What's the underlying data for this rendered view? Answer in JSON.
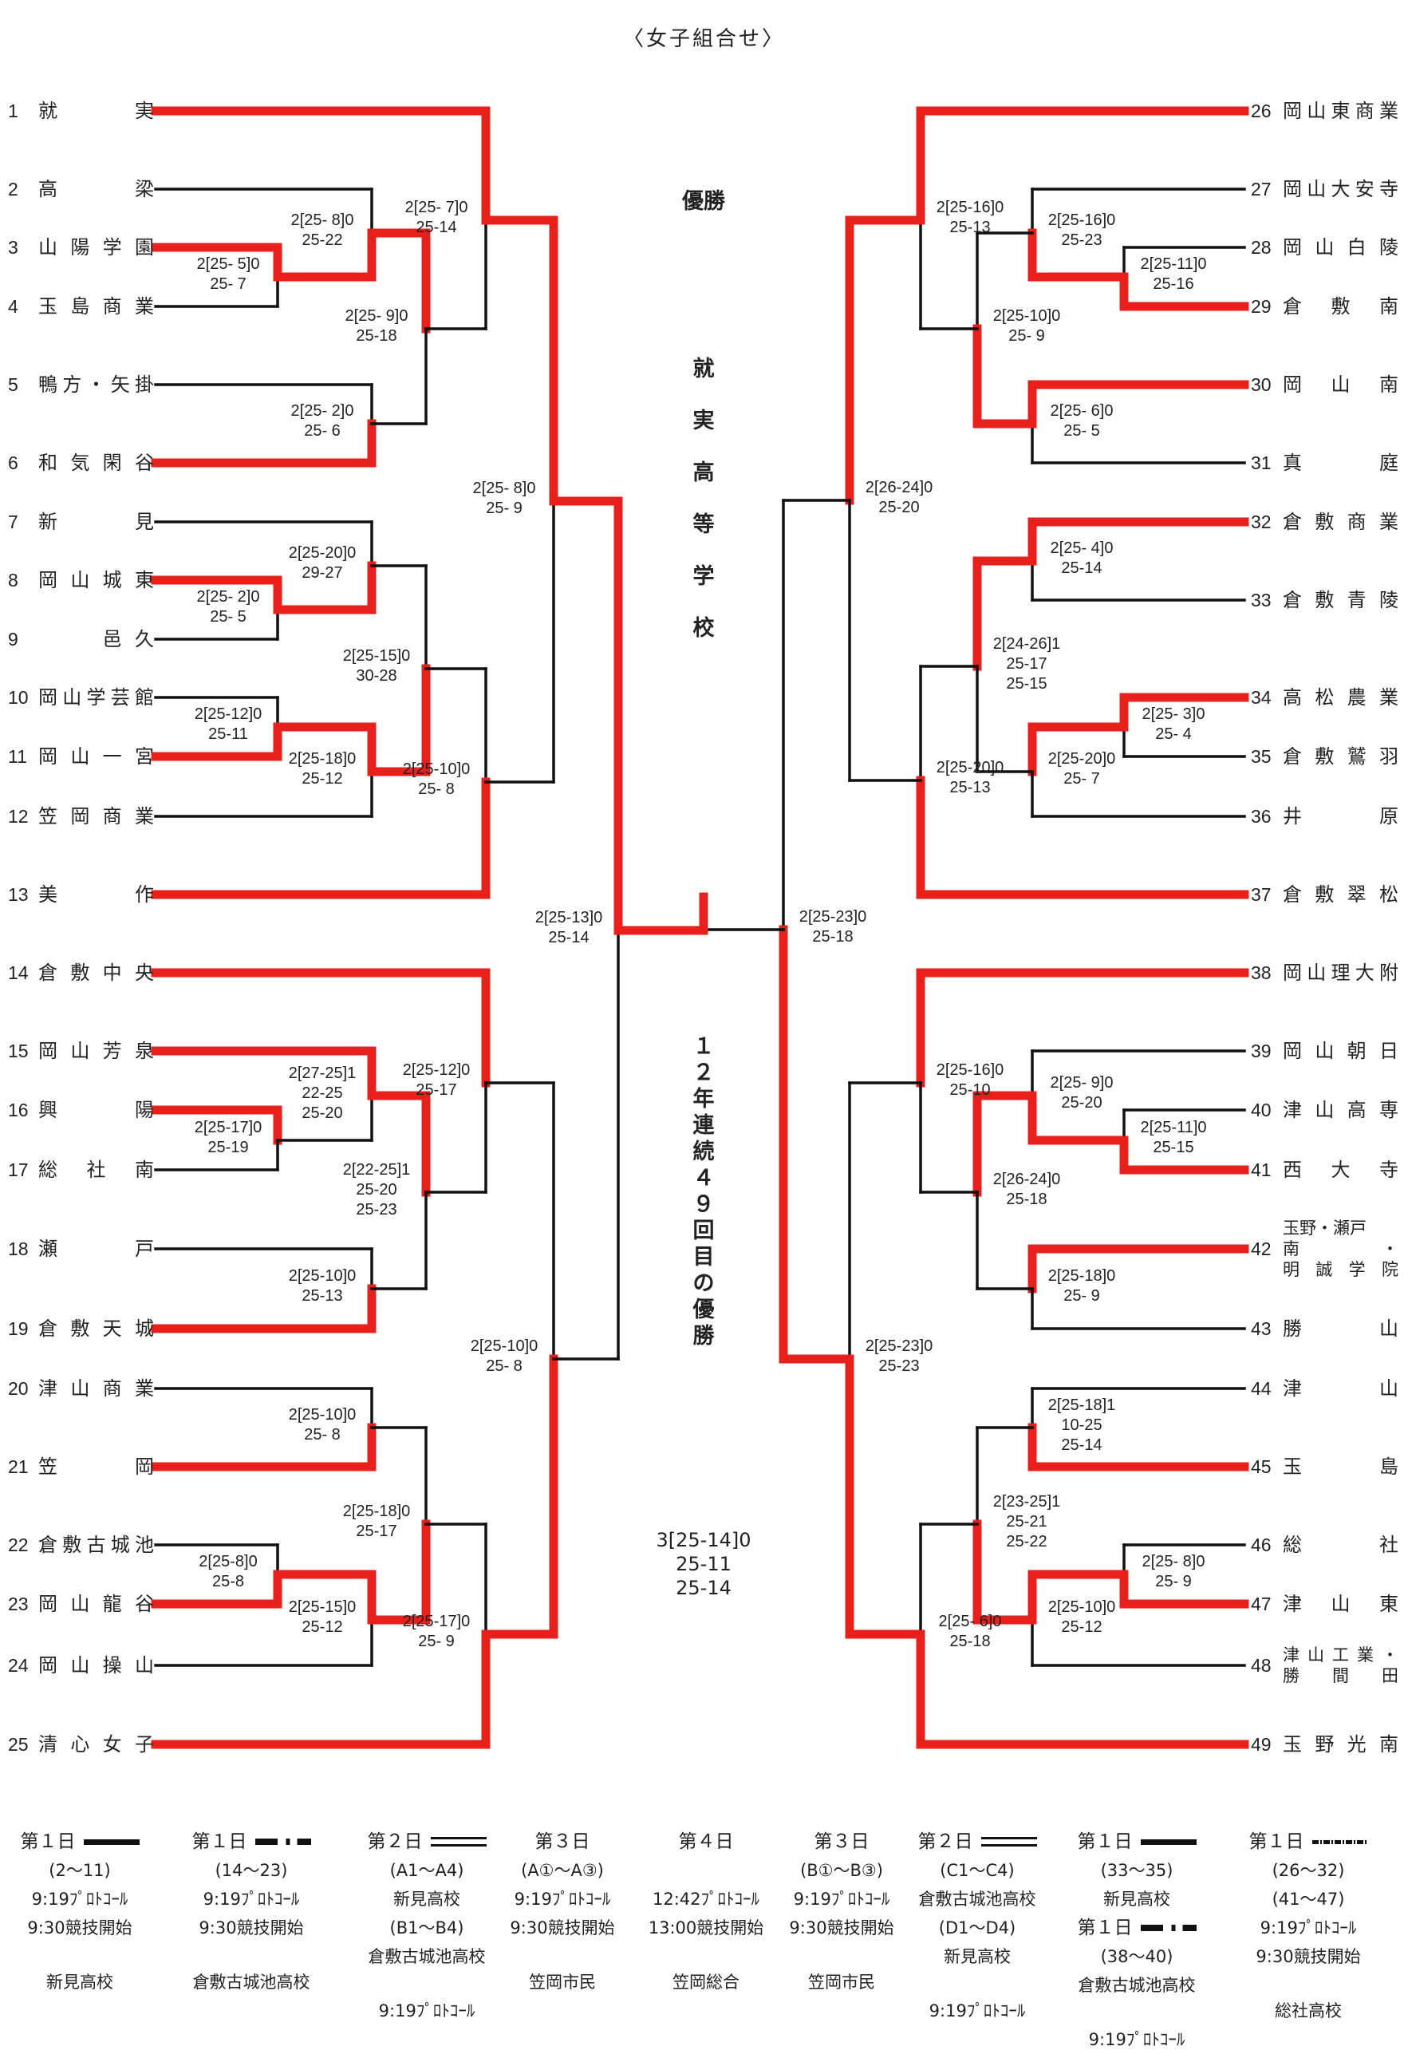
{
  "title": "〈女子組合せ〉",
  "champion": {
    "label": "優勝",
    "name_vertical": [
      "就",
      "実",
      "高",
      "等",
      "学",
      "校"
    ],
    "streak_vertical": [
      "１",
      "２",
      "年",
      "連",
      "続",
      "４",
      "９",
      "回",
      "目",
      "の",
      "優",
      "勝"
    ]
  },
  "colors": {
    "winner_line": "#e8201c",
    "loser_line": "#111111"
  },
  "teams": [
    {
      "no": "1",
      "name": "就　　実"
    },
    {
      "no": "2",
      "name": "高　　梁"
    },
    {
      "no": "3",
      "name": "山陽学園"
    },
    {
      "no": "4",
      "name": "玉島商業"
    },
    {
      "no": "5",
      "name": "鴨方・矢掛"
    },
    {
      "no": "6",
      "name": "和気閑谷"
    },
    {
      "no": "7",
      "name": "新　　見"
    },
    {
      "no": "8",
      "name": "岡山城東"
    },
    {
      "no": "9",
      "name": "　　邑久"
    },
    {
      "no": "10",
      "name": "岡山学芸館"
    },
    {
      "no": "11",
      "name": "岡山一宮"
    },
    {
      "no": "12",
      "name": "笠岡商業"
    },
    {
      "no": "13",
      "name": "美　　作"
    },
    {
      "no": "14",
      "name": "倉敷中央"
    },
    {
      "no": "15",
      "name": "岡山芳泉"
    },
    {
      "no": "16",
      "name": "興　　陽"
    },
    {
      "no": "17",
      "name": "総　社　南"
    },
    {
      "no": "18",
      "name": "瀬　　戸"
    },
    {
      "no": "19",
      "name": "倉敷天城"
    },
    {
      "no": "20",
      "name": "津山商業"
    },
    {
      "no": "21",
      "name": "笠　　岡"
    },
    {
      "no": "22",
      "name": "倉敷古城池"
    },
    {
      "no": "23",
      "name": "岡山龍谷"
    },
    {
      "no": "24",
      "name": "岡山操山"
    },
    {
      "no": "25",
      "name": "清心女子"
    },
    {
      "no": "26",
      "name": "岡山東商業"
    },
    {
      "no": "27",
      "name": "岡山大安寺"
    },
    {
      "no": "28",
      "name": "岡山白陵"
    },
    {
      "no": "29",
      "name": "倉　敷　南"
    },
    {
      "no": "30",
      "name": "岡　山　南"
    },
    {
      "no": "31",
      "name": "真　　庭"
    },
    {
      "no": "32",
      "name": "倉敷商業"
    },
    {
      "no": "33",
      "name": "倉敷青陵"
    },
    {
      "no": "34",
      "name": "高松農業"
    },
    {
      "no": "35",
      "name": "倉敷鷲羽"
    },
    {
      "no": "36",
      "name": "井　　原"
    },
    {
      "no": "37",
      "name": "倉敷翠松"
    },
    {
      "no": "38",
      "name": "岡山理大附"
    },
    {
      "no": "39",
      "name": "岡山朝日"
    },
    {
      "no": "40",
      "name": "津山高専"
    },
    {
      "no": "41",
      "name": "西　大　寺"
    },
    {
      "no": "42",
      "name": "玉野・瀬戸南・",
      "name2": "明誠学院"
    },
    {
      "no": "43",
      "name": "勝　　山"
    },
    {
      "no": "44",
      "name": "津　　山"
    },
    {
      "no": "45",
      "name": "玉　　島"
    },
    {
      "no": "46",
      "name": "総　　社"
    },
    {
      "no": "47",
      "name": "津　山　東"
    },
    {
      "no": "48",
      "name": "津山工業・",
      "name2": "勝　間　田"
    },
    {
      "no": "49",
      "name": "玉野光南"
    }
  ],
  "matches": [
    {
      "id": "L1a",
      "side": "L",
      "round": 1,
      "a": 3,
      "b": 4,
      "winner": "a",
      "score": [
        "2[25- 5]0",
        "25- 7"
      ]
    },
    {
      "id": "L1b",
      "side": "L",
      "round": 1,
      "a": 8,
      "b": 9,
      "winner": "a",
      "score": [
        "2[25- 2]0",
        "25- 5"
      ]
    },
    {
      "id": "L1c",
      "side": "L",
      "round": 1,
      "a": 10,
      "b": 11,
      "winner": "b",
      "score": [
        "2[25-12]0",
        "25-11"
      ]
    },
    {
      "id": "L1d",
      "side": "L",
      "round": 1,
      "a": 16,
      "b": 17,
      "winner": "a",
      "score": [
        "2[25-17]0",
        "25-19"
      ]
    },
    {
      "id": "L1e",
      "side": "L",
      "round": 1,
      "a": 22,
      "b": 23,
      "winner": "b",
      "score": [
        "2[25-8]0",
        "25-8"
      ]
    },
    {
      "id": "L2a",
      "side": "L",
      "round": 2,
      "a": 2,
      "b": "L1a",
      "winner": "b",
      "score": [
        "2[25- 8]0",
        "25-22"
      ]
    },
    {
      "id": "L2b",
      "side": "L",
      "round": 2,
      "a": 5,
      "b": 6,
      "winner": "b",
      "score": [
        "2[25- 2]0",
        "25- 6"
      ]
    },
    {
      "id": "L2c",
      "side": "L",
      "round": 2,
      "a": 7,
      "b": "L1b",
      "winner": "b",
      "score": [
        "2[25-20]0",
        "29-27"
      ]
    },
    {
      "id": "L2d",
      "side": "L",
      "round": 2,
      "a": "L1c",
      "b": 12,
      "winner": "a",
      "score": [
        "2[25-18]0",
        "25-12"
      ]
    },
    {
      "id": "L2e",
      "side": "L",
      "round": 2,
      "a": 15,
      "b": "L1d",
      "winner": "a",
      "score": [
        "2[27-25]1",
        "22-25",
        "25-20"
      ]
    },
    {
      "id": "L2f",
      "side": "L",
      "round": 2,
      "a": 18,
      "b": 19,
      "winner": "b",
      "score": [
        "2[25-10]0",
        "25-13"
      ]
    },
    {
      "id": "L2g",
      "side": "L",
      "round": 2,
      "a": 20,
      "b": 21,
      "winner": "b",
      "score": [
        "2[25-10]0",
        "25- 8"
      ]
    },
    {
      "id": "L2h",
      "side": "L",
      "round": 2,
      "a": "L1e",
      "b": 24,
      "winner": "a",
      "score": [
        "2[25-15]0",
        "25-12"
      ]
    },
    {
      "id": "L3a",
      "side": "L",
      "round": 3,
      "a": "L2a",
      "b": "L2b",
      "winner": "a",
      "score": [
        "2[25- 9]0",
        "25-18"
      ]
    },
    {
      "id": "L3b",
      "side": "L",
      "round": 3,
      "a": "L2c",
      "b": "L2d",
      "winner": "b",
      "score": [
        "2[25-15]0",
        "30-28"
      ]
    },
    {
      "id": "L3c",
      "side": "L",
      "round": 3,
      "a": "L2e",
      "b": "L2f",
      "winner": "a",
      "score": [
        "2[22-25]1",
        "25-20",
        "25-23"
      ]
    },
    {
      "id": "L3d",
      "side": "L",
      "round": 3,
      "a": "L2g",
      "b": "L2h",
      "winner": "b",
      "score": [
        "2[25-18]0",
        "25-17"
      ]
    },
    {
      "id": "L4a",
      "side": "L",
      "round": 4,
      "a": 1,
      "b": "L3a",
      "winner": "a",
      "score": [
        "2[25- 7]0",
        "25-14"
      ]
    },
    {
      "id": "L4b",
      "side": "L",
      "round": 4,
      "a": "L3b",
      "b": 13,
      "winner": "b",
      "score": [
        "2[25-10]0",
        "25- 8"
      ]
    },
    {
      "id": "L4c",
      "side": "L",
      "round": 4,
      "a": 14,
      "b": "L3c",
      "winner": "a",
      "score": [
        "2[25-12]0",
        "25-17"
      ]
    },
    {
      "id": "L4d",
      "side": "L",
      "round": 4,
      "a": "L3d",
      "b": 25,
      "winner": "b",
      "score": [
        "2[25-17]0",
        "25- 9"
      ]
    },
    {
      "id": "L5a",
      "side": "L",
      "round": 5,
      "a": "L4a",
      "b": "L4b",
      "winner": "a",
      "score": [
        "2[25- 8]0",
        "25- 9"
      ]
    },
    {
      "id": "L5b",
      "side": "L",
      "round": 5,
      "a": "L4c",
      "b": "L4d",
      "winner": "b",
      "score": [
        "2[25-10]0",
        "25- 8"
      ]
    },
    {
      "id": "L6",
      "side": "L",
      "round": 6,
      "a": "L5a",
      "b": "L5b",
      "winner": "a",
      "score": [
        "2[25-13]0",
        "25-14"
      ]
    },
    {
      "id": "R1a",
      "side": "R",
      "round": 1,
      "a": 28,
      "b": 29,
      "winner": "b",
      "score": [
        "2[25-11]0",
        "25-16"
      ]
    },
    {
      "id": "R1b",
      "side": "R",
      "round": 1,
      "a": 34,
      "b": 35,
      "winner": "a",
      "score": [
        "2[25- 3]0",
        "25- 4"
      ]
    },
    {
      "id": "R1c",
      "side": "R",
      "round": 1,
      "a": 40,
      "b": 41,
      "winner": "b",
      "score": [
        "2[25-11]0",
        "25-15"
      ]
    },
    {
      "id": "R1d",
      "side": "R",
      "round": 1,
      "a": 46,
      "b": 47,
      "winner": "b",
      "score": [
        "2[25- 8]0",
        "25- 9"
      ]
    },
    {
      "id": "R2a",
      "side": "R",
      "round": 2,
      "a": 27,
      "b": "R1a",
      "winner": "b",
      "score": [
        "2[25-16]0",
        "25-23"
      ]
    },
    {
      "id": "R2b",
      "side": "R",
      "round": 2,
      "a": 30,
      "b": 31,
      "winner": "a",
      "score": [
        "2[25- 6]0",
        "25- 5"
      ]
    },
    {
      "id": "R2c",
      "side": "R",
      "round": 2,
      "a": 32,
      "b": 33,
      "winner": "a",
      "score": [
        "2[25- 4]0",
        "25-14"
      ]
    },
    {
      "id": "R2d",
      "side": "R",
      "round": 2,
      "a": "R1b",
      "b": 36,
      "winner": "a",
      "score": [
        "2[25-20]0",
        "25- 7"
      ]
    },
    {
      "id": "R2e",
      "side": "R",
      "round": 2,
      "a": 39,
      "b": "R1c",
      "winner": "b",
      "score": [
        "2[25- 9]0",
        "25-20"
      ]
    },
    {
      "id": "R2f",
      "side": "R",
      "round": 2,
      "a": 42,
      "b": 43,
      "winner": "a",
      "score": [
        "2[25-18]0",
        "25- 9"
      ]
    },
    {
      "id": "R2g",
      "side": "R",
      "round": 2,
      "a": 44,
      "b": 45,
      "winner": "b",
      "score": [
        "2[25-18]1",
        "10-25",
        "25-14"
      ]
    },
    {
      "id": "R2h",
      "side": "R",
      "round": 2,
      "a": "R1d",
      "b": 48,
      "winner": "a",
      "score": [
        "2[25-10]0",
        "25-12"
      ]
    },
    {
      "id": "R3a",
      "side": "R",
      "round": 3,
      "a": "R2a",
      "b": "R2b",
      "winner": "b",
      "score": [
        "2[25-10]0",
        "25- 9"
      ]
    },
    {
      "id": "R3b",
      "side": "R",
      "round": 3,
      "a": "R2c",
      "b": "R2d",
      "winner": "a",
      "score": [
        "2[24-26]1",
        "25-17",
        "25-15"
      ]
    },
    {
      "id": "R3c",
      "side": "R",
      "round": 3,
      "a": "R2e",
      "b": "R2f",
      "winner": "a",
      "score": [
        "2[26-24]0",
        "25-18"
      ]
    },
    {
      "id": "R3d",
      "side": "R",
      "round": 3,
      "a": "R2g",
      "b": "R2h",
      "winner": "b",
      "score": [
        "2[23-25]1",
        "25-21",
        "25-22"
      ]
    },
    {
      "id": "R4a",
      "side": "R",
      "round": 4,
      "a": 26,
      "b": "R3a",
      "winner": "a",
      "score": [
        "2[25-16]0",
        "25-13"
      ]
    },
    {
      "id": "R4b",
      "side": "R",
      "round": 4,
      "a": "R3b",
      "b": 37,
      "winner": "b",
      "score": [
        "2[25-20]0",
        "25-13"
      ]
    },
    {
      "id": "R4c",
      "side": "R",
      "round": 4,
      "a": 38,
      "b": "R3c",
      "winner": "a",
      "score": [
        "2[25-16]0",
        "25-10"
      ]
    },
    {
      "id": "R4d",
      "side": "R",
      "round": 4,
      "a": "R3d",
      "b": 49,
      "winner": "b",
      "score": [
        "2[25- 6]0",
        "25-18"
      ]
    },
    {
      "id": "R5a",
      "side": "R",
      "round": 5,
      "a": "R4a",
      "b": "R4b",
      "winner": "a",
      "score": [
        "2[26-24]0",
        "25-20"
      ]
    },
    {
      "id": "R5b",
      "side": "R",
      "round": 5,
      "a": "R4c",
      "b": "R4d",
      "winner": "b",
      "score": [
        "2[25-23]0",
        "25-23"
      ]
    },
    {
      "id": "R6",
      "side": "R",
      "round": 6,
      "a": "R5a",
      "b": "R5b",
      "winner": "b",
      "score": [
        "2[25-23]0",
        "25-18"
      ]
    }
  ],
  "final": {
    "a": "L6",
    "b": "R6",
    "winner": "a",
    "score": [
      "3[25-14]0",
      "25-11",
      "25-14"
    ]
  },
  "legend": [
    {
      "day": "第１日",
      "line": "solid",
      "lines": [
        "(2～11)",
        "9:19ﾌﾟﾛﾄｺｰﾙ",
        "9:30競技開始"
      ],
      "venue": "新見高校"
    },
    {
      "day": "第１日",
      "line": "dashdot",
      "lines": [
        "(14～23)",
        "9:19ﾌﾟﾛﾄｺｰﾙ",
        "9:30競技開始"
      ],
      "venue": "倉敷古城池高校"
    },
    {
      "day": "第２日",
      "line": "double",
      "lines": [
        "(A1～A4)",
        "新見高校",
        "(B1～B4)",
        "倉敷古城池高校"
      ],
      "venue": "9:19ﾌﾟﾛﾄｺｰﾙ"
    },
    {
      "day": "第３日",
      "line": "",
      "lines": [
        "(A①～A③)",
        "9:19ﾌﾟﾛﾄｺｰﾙ",
        "9:30競技開始"
      ],
      "venue": "笠岡市民"
    },
    {
      "day": "第４日",
      "line": "",
      "lines": [
        "",
        "12:42ﾌﾟﾛﾄｺｰﾙ",
        "13:00競技開始"
      ],
      "venue": "笠岡総合"
    },
    {
      "day": "第３日",
      "line": "",
      "lines": [
        "(B①～B③)",
        "9:19ﾌﾟﾛﾄｺｰﾙ",
        "9:30競技開始"
      ],
      "venue": "笠岡市民"
    },
    {
      "day": "第２日",
      "line": "double",
      "lines": [
        "(C1～C4)",
        "倉敷古城池高校",
        "(D1～D4)",
        "新見高校"
      ],
      "venue": "9:19ﾌﾟﾛﾄｺｰﾙ"
    },
    {
      "day": "第１日",
      "line": "solid",
      "lines": [
        "(33～35)",
        "新見高校"
      ],
      "day2": "第１日",
      "line2": "dashdot",
      "lines2": [
        "(38～40)",
        "倉敷古城池高校"
      ],
      "venue": "9:19ﾌﾟﾛﾄｺｰﾙ"
    },
    {
      "day": "第１日",
      "line": "dotted",
      "lines": [
        "(26～32)",
        "(41～47)",
        "9:19ﾌﾟﾛﾄｺｰﾙ",
        "9:30競技開始"
      ],
      "venue": "総社高校"
    }
  ]
}
